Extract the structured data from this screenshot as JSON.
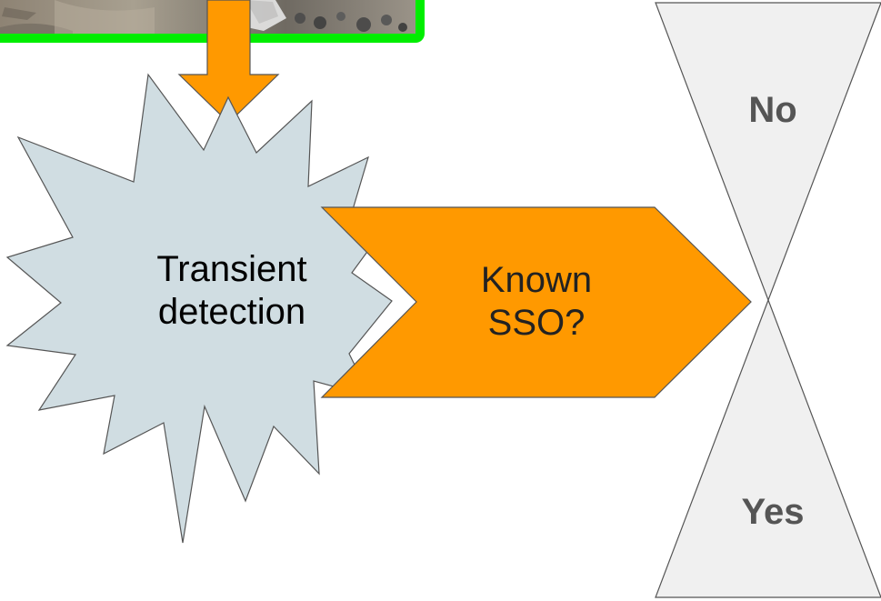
{
  "process": {
    "detection_label": "Transient\ndetection",
    "decision_label": "Known\nSSO?"
  },
  "outcomes": {
    "no_label": "No",
    "yes_label": "Yes"
  },
  "colors": {
    "frame_border": "#00ee00",
    "arrow_fill": "#ff9900",
    "starburst_fill": "#d0dde2",
    "hourglass_fill": "#f0f0f0",
    "outline": "#555555"
  },
  "icons": {
    "telescope_site": "photo-of-observatory-site",
    "down_arrow": "down-arrow",
    "starburst": "starburst-shape",
    "chevron": "chevron-arrow",
    "hourglass": "hourglass-shape"
  }
}
